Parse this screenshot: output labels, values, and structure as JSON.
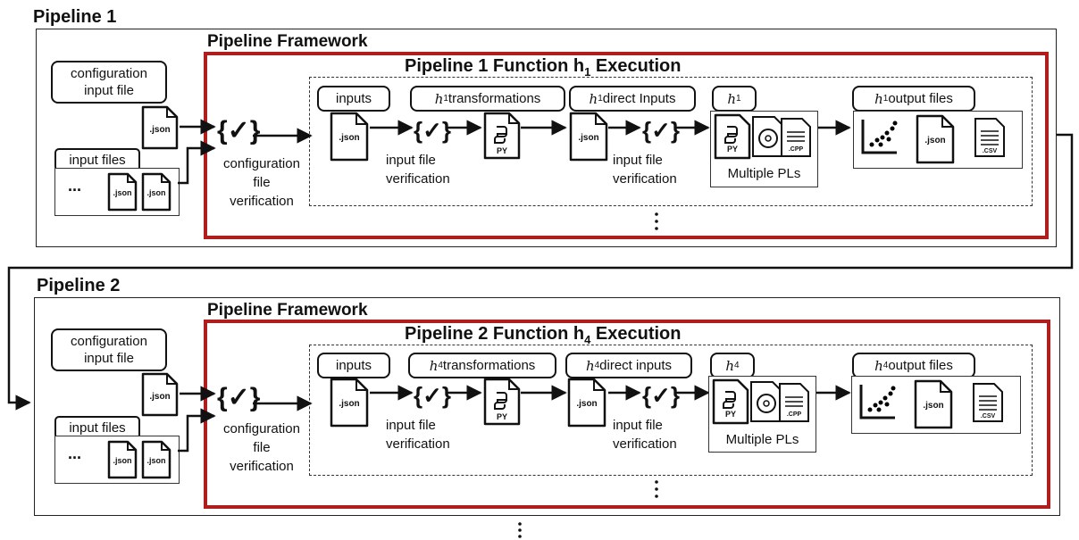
{
  "pipelines": [
    {
      "heading": "Pipeline 1",
      "framework_title": "Pipeline Framework",
      "function_title": "Pipeline 1 Function h",
      "function_sub": "1",
      "function_suffix": " Execution",
      "config_label": "configuration\ninput file",
      "input_files_label": "input files",
      "ellipsis": "...",
      "json_label": ".json",
      "config_verification": "configuration\nfile\nverification",
      "stage_inputs": "inputs",
      "stage_transform_math": "h",
      "stage_transform_sub": "1",
      "stage_transform_text": " transformations",
      "stage_direct_math": "h",
      "stage_direct_sub": "1",
      "stage_direct_text": "direct Inputs",
      "stage_fn_math": "h",
      "stage_fn_sub": "1",
      "stage_output_math": "h",
      "stage_output_sub": "1",
      "stage_output_text": "output files",
      "input_file_verification": "input file\nverification",
      "py_label": "PY",
      "cpp_label": ".CPP",
      "csv_label": ".CSV",
      "multiple_pls": "Multiple PLs"
    },
    {
      "heading": "Pipeline 2",
      "framework_title": "Pipeline Framework",
      "function_title": "Pipeline 2 Function h",
      "function_sub": "4",
      "function_suffix": " Execution",
      "config_label": "configuration\ninput file",
      "input_files_label": "input files",
      "ellipsis": "...",
      "json_label": ".json",
      "config_verification": "configuration\nfile\nverification",
      "stage_inputs": "inputs",
      "stage_transform_math": "h",
      "stage_transform_sub": "4",
      "stage_transform_text": " transformations",
      "stage_direct_math": "h",
      "stage_direct_sub": "4",
      "stage_direct_text": " direct inputs",
      "stage_fn_math": "h",
      "stage_fn_sub": "4",
      "stage_output_math": "h",
      "stage_output_sub": "4",
      "stage_output_text": "output files",
      "input_file_verification": "input file\nverification",
      "py_label": "PY",
      "cpp_label": ".CPP",
      "csv_label": ".CSV",
      "multiple_pls": "Multiple PLs"
    }
  ]
}
